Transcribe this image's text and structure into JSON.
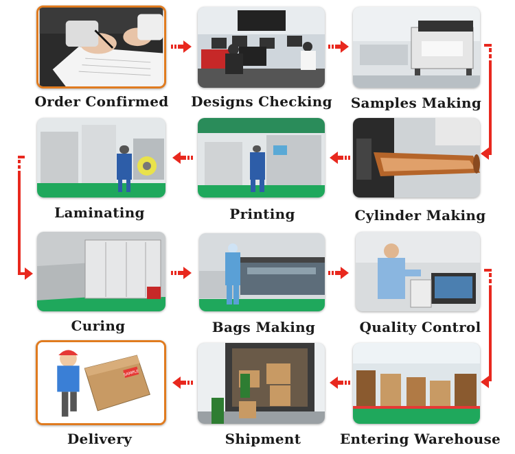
{
  "steps": [
    {
      "id": "order-confirmed",
      "label": "Order Confirmed"
    },
    {
      "id": "designs-checking",
      "label": "Designs Checking"
    },
    {
      "id": "samples-making",
      "label": "Samples Making"
    },
    {
      "id": "cylinder-making",
      "label": "Cylinder Making"
    },
    {
      "id": "printing",
      "label": "Printing"
    },
    {
      "id": "laminating",
      "label": "Laminating"
    },
    {
      "id": "curing",
      "label": "Curing"
    },
    {
      "id": "bags-making",
      "label": "Bags Making"
    },
    {
      "id": "quality-control",
      "label": "Quality Control"
    },
    {
      "id": "entering-warehouse",
      "label": "Entering Warehouse"
    },
    {
      "id": "shipment",
      "label": "Shipment"
    },
    {
      "id": "delivery",
      "label": "Delivery"
    }
  ],
  "box_label": "SAMPLE",
  "colors": {
    "arrow": "#e8281e",
    "highlight_frame": "#e07b1f",
    "label_text": "#1a1a1a"
  }
}
